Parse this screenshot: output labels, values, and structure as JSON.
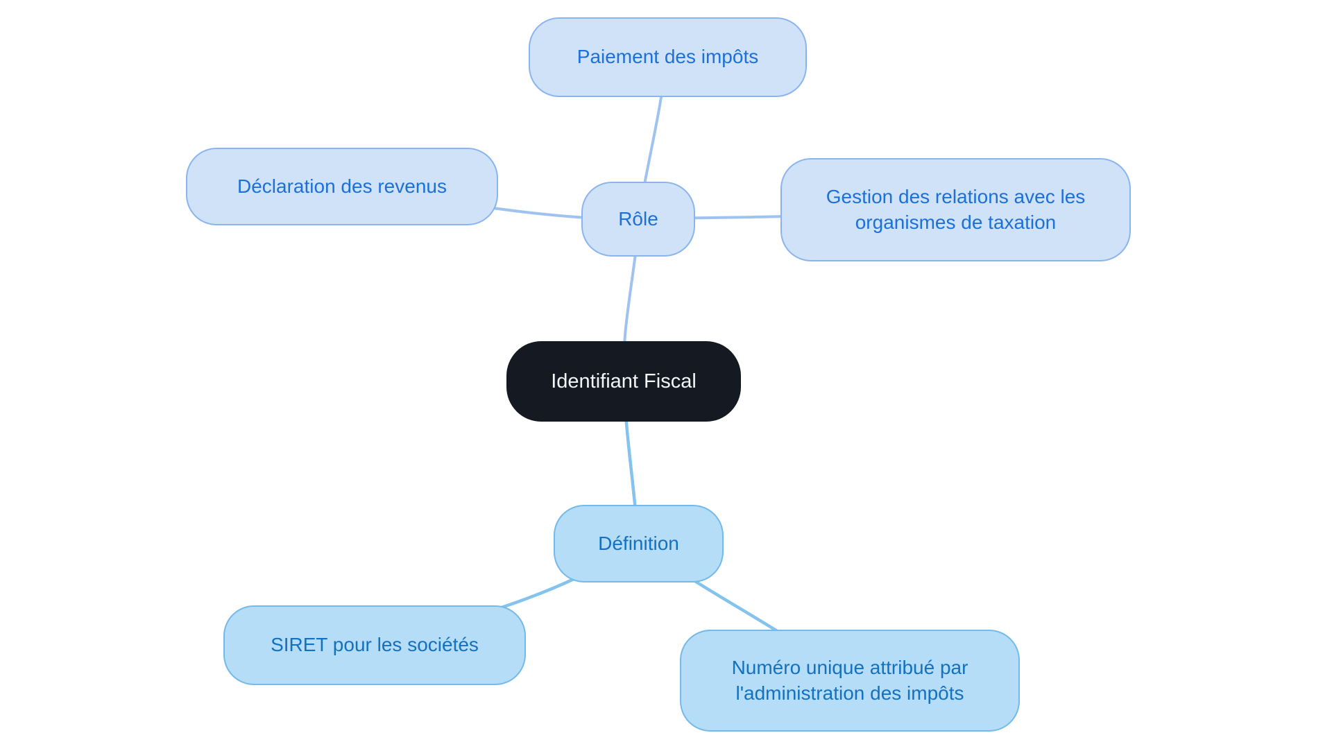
{
  "diagram_type": "mindmap",
  "nodes": {
    "root": {
      "label": "Identifiant Fiscal"
    },
    "role": {
      "label": "Rôle"
    },
    "paiement": {
      "label": "Paiement des impôts"
    },
    "declaration": {
      "label": "Déclaration des revenus"
    },
    "gestion": {
      "label": "Gestion des relations avec les organismes de taxation"
    },
    "definition": {
      "label": "Définition"
    },
    "siret": {
      "label": "SIRET pour les sociétés"
    },
    "numero": {
      "label": "Numéro unique attribué par l'administration des impôts"
    }
  },
  "edges": [
    {
      "from": "Identifiant Fiscal",
      "to": "Rôle"
    },
    {
      "from": "Rôle",
      "to": "Paiement des impôts"
    },
    {
      "from": "Rôle",
      "to": "Déclaration des revenus"
    },
    {
      "from": "Rôle",
      "to": "Gestion des relations avec les organismes de taxation"
    },
    {
      "from": "Identifiant Fiscal",
      "to": "Définition"
    },
    {
      "from": "Définition",
      "to": "SIRET pour les sociétés"
    },
    {
      "from": "Définition",
      "to": "Numéro unique attribué par l'administration des impôts"
    }
  ],
  "colors": {
    "root-bg": "#151a22",
    "root-text": "#f4f5f7",
    "role-fill": "#cfe2f8",
    "role-border": "#8ab4ee",
    "role-text": "#1c70d8",
    "role-line": "#9fc3f1",
    "def-fill": "#b5ddf7",
    "def-border": "#73b9e9",
    "def-text": "#1371bf",
    "def-line": "#84c3ee"
  }
}
